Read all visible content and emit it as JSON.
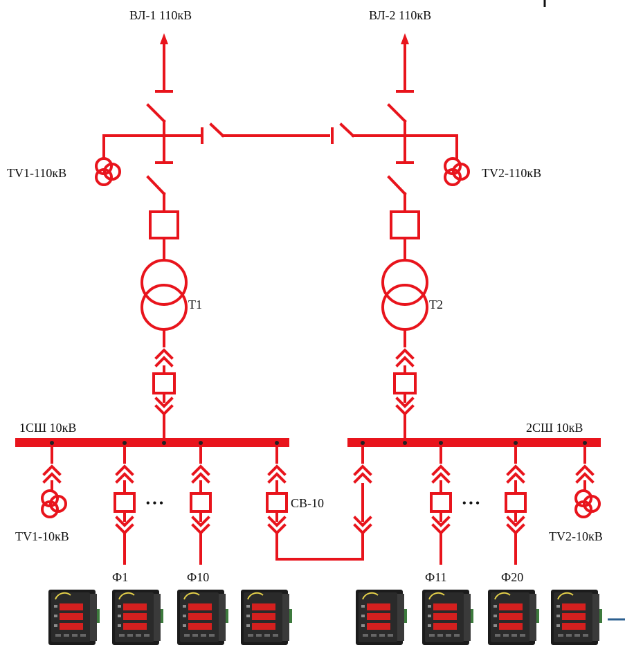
{
  "diagram": {
    "lines": {
      "line1": "ВЛ-1 110кВ",
      "line2": "ВЛ-2 110кВ"
    },
    "voltage_transformers": {
      "tv1_110": "TV1-110кВ",
      "tv2_110": "TV2-110кВ",
      "tv1_10": "TV1-10кВ",
      "tv2_10": "TV2-10кВ"
    },
    "transformers": {
      "t1": "T1",
      "t2": "T2"
    },
    "busbars": {
      "bus1": "1СШ 10кВ",
      "bus2": "2СШ 10кВ"
    },
    "sectional_breaker": "СВ-10",
    "feeders": {
      "f1": "Ф1",
      "f10": "Ф10",
      "f11": "Ф11",
      "f20": "Ф20"
    },
    "ellipsis": "• • •",
    "colors": {
      "wire": "#e8141c",
      "meter_body": "#1b1b1b",
      "meter_display": "#d4201f"
    },
    "meters_count_shown": 8
  }
}
